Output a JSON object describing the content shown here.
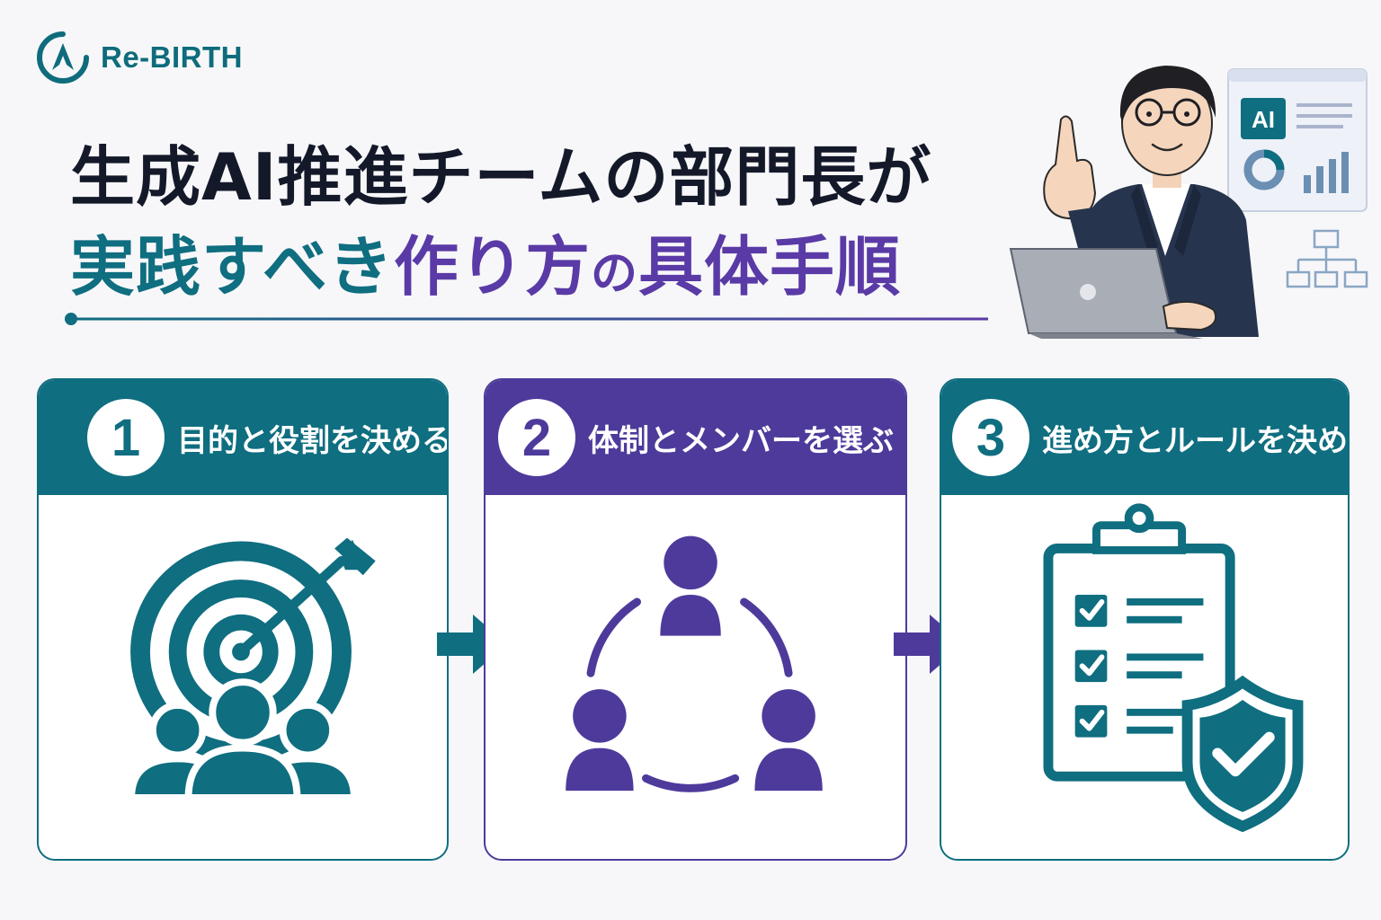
{
  "brand": {
    "name": "Re-BIRTH",
    "color": "#0e6c7c",
    "logo_icon": "re-birth-logo-icon"
  },
  "title": {
    "line1": "生成AI推進チームの部門長が",
    "line2_part1": "実践すべき",
    "line2_part2": "作り方",
    "line2_part3": "の",
    "line2_part4": "具体手順"
  },
  "colors": {
    "teal": "#0f6e80",
    "purple": "#4e3a9b",
    "dark_text": "#14192a"
  },
  "steps": [
    {
      "number": "1",
      "label": "目的と役割を決める",
      "icon": "target-team-icon",
      "color": "#0f6e80"
    },
    {
      "number": "2",
      "label": "体制とメンバーを選ぶ",
      "icon": "team-cycle-icon",
      "color": "#4e3a9b"
    },
    {
      "number": "3",
      "label": "進め方とルールを決める",
      "icon": "checklist-shield-icon",
      "color": "#0f6e80"
    }
  ],
  "illustration": {
    "icon": "businessman-laptop-illustration",
    "dashboard_badge": "AI"
  }
}
